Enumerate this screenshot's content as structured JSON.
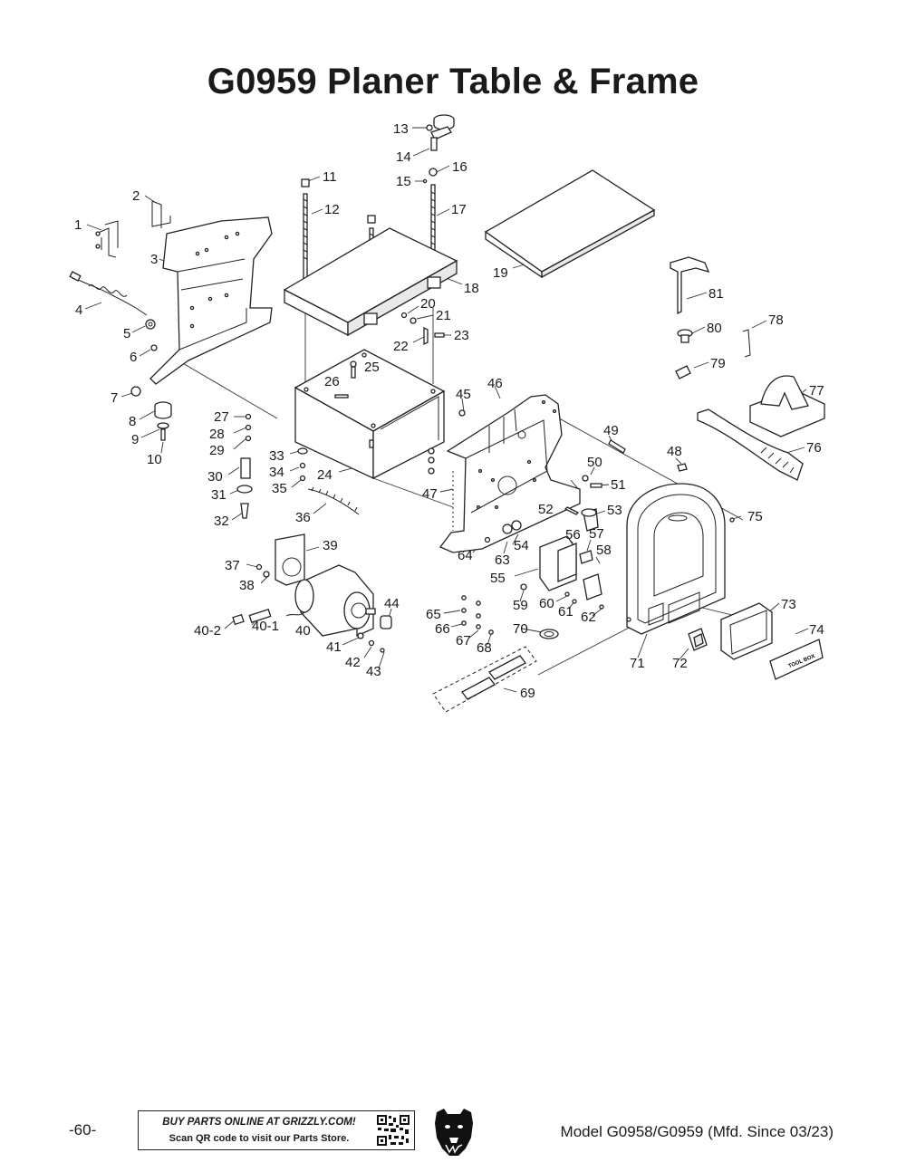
{
  "title": "G0959 Planer Table & Frame",
  "callouts": [
    {
      "text": "1"
    },
    {
      "text": "2"
    },
    {
      "text": "3"
    },
    {
      "text": "4"
    },
    {
      "text": "5"
    },
    {
      "text": "6"
    },
    {
      "text": "7"
    },
    {
      "text": "8"
    },
    {
      "text": "9"
    },
    {
      "text": "10"
    },
    {
      "text": "11"
    },
    {
      "text": "12"
    },
    {
      "text": "13"
    },
    {
      "text": "14"
    },
    {
      "text": "15"
    },
    {
      "text": "16"
    },
    {
      "text": "17"
    },
    {
      "text": "18"
    },
    {
      "text": "19"
    },
    {
      "text": "20"
    },
    {
      "text": "21"
    },
    {
      "text": "22"
    },
    {
      "text": "23"
    },
    {
      "text": "24"
    },
    {
      "text": "25"
    },
    {
      "text": "26"
    },
    {
      "text": "27"
    },
    {
      "text": "28"
    },
    {
      "text": "29"
    },
    {
      "text": "30"
    },
    {
      "text": "31"
    },
    {
      "text": "32"
    },
    {
      "text": "33"
    },
    {
      "text": "34"
    },
    {
      "text": "35"
    },
    {
      "text": "36"
    },
    {
      "text": "37"
    },
    {
      "text": "38"
    },
    {
      "text": "39"
    },
    {
      "text": "40"
    },
    {
      "text": "40-1"
    },
    {
      "text": "40-2"
    },
    {
      "text": "41"
    },
    {
      "text": "42"
    },
    {
      "text": "43"
    },
    {
      "text": "44"
    },
    {
      "text": "45"
    },
    {
      "text": "46"
    },
    {
      "text": "47"
    },
    {
      "text": "48"
    },
    {
      "text": "49"
    },
    {
      "text": "50"
    },
    {
      "text": "51"
    },
    {
      "text": "52"
    },
    {
      "text": "53"
    },
    {
      "text": "54"
    },
    {
      "text": "55"
    },
    {
      "text": "56"
    },
    {
      "text": "57"
    },
    {
      "text": "58"
    },
    {
      "text": "59"
    },
    {
      "text": "60"
    },
    {
      "text": "61"
    },
    {
      "text": "62"
    },
    {
      "text": "63"
    },
    {
      "text": "64"
    },
    {
      "text": "65"
    },
    {
      "text": "66"
    },
    {
      "text": "67"
    },
    {
      "text": "68"
    },
    {
      "text": "69"
    },
    {
      "text": "70"
    },
    {
      "text": "71"
    },
    {
      "text": "72"
    },
    {
      "text": "73"
    },
    {
      "text": "74"
    },
    {
      "text": "75"
    },
    {
      "text": "76"
    },
    {
      "text": "77"
    },
    {
      "text": "78"
    },
    {
      "text": "79"
    },
    {
      "text": "80"
    },
    {
      "text": "81"
    }
  ],
  "tool_box_label": "TOOL BOX",
  "footer": {
    "page_number": "-60-",
    "promo_line1": "BUY PARTS ONLINE AT GRIZZLY.COM!",
    "promo_line2": "Scan QR code to visit our Parts Store.",
    "model": "Model G0958/G0959 (Mfd. Since 03/23)"
  },
  "icons": [
    "qr-code-icon",
    "grizzly-bear-logo-icon"
  ]
}
